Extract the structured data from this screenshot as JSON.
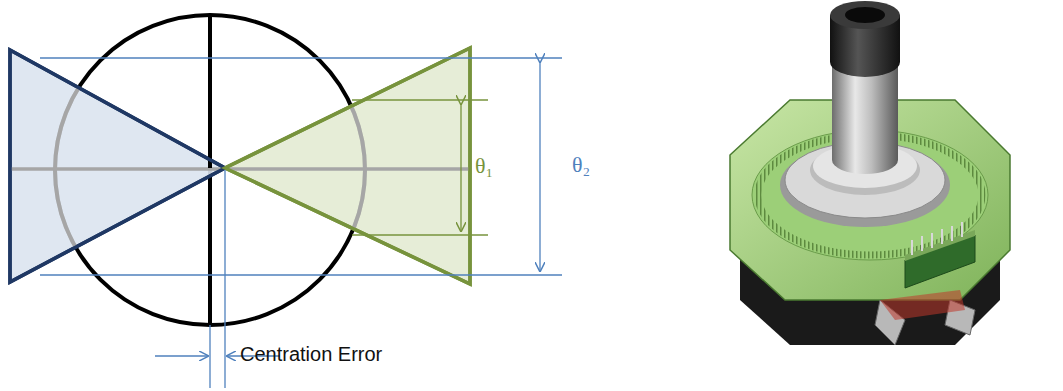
{
  "diagram": {
    "labels": [
      "θ₁",
      "θ₂",
      "Centration Error"
    ]
  }
}
